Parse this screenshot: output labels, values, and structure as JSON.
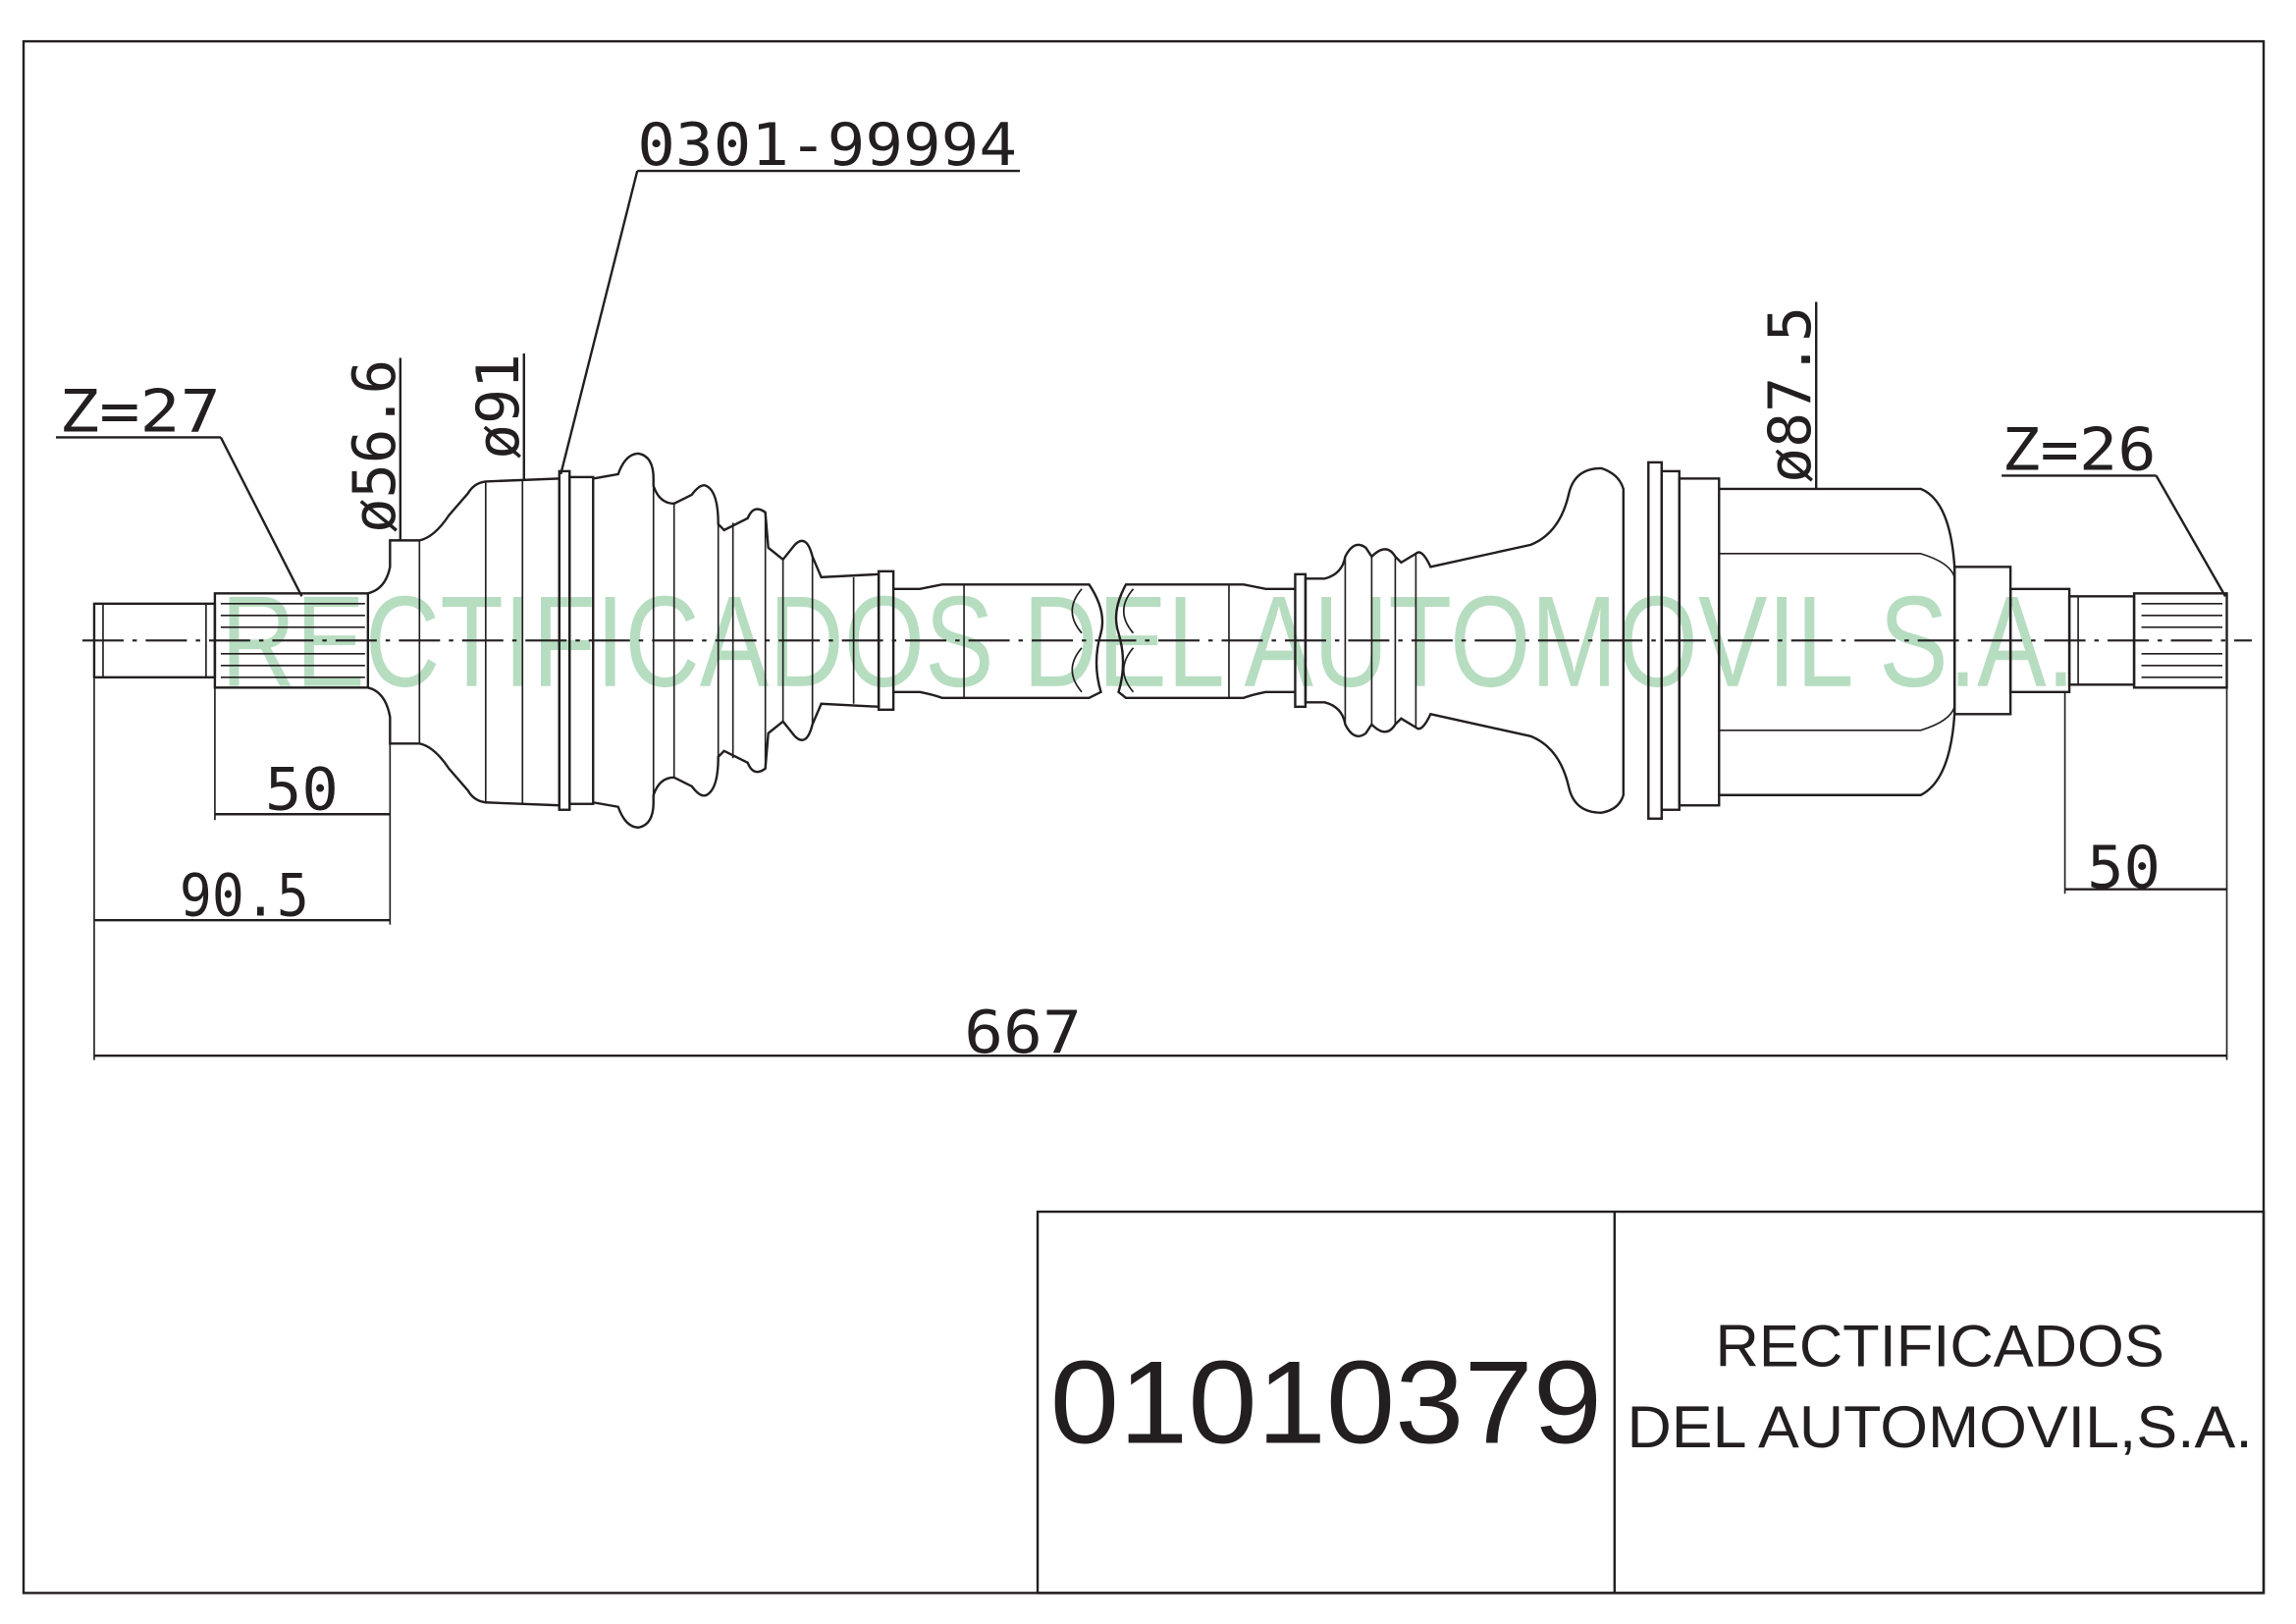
{
  "drawing": {
    "part_reference": "0301-99994",
    "left_teeth": "Z=27",
    "right_teeth": "Z=26",
    "diameters": [
      "ø56.6",
      "ø91",
      "ø87.5"
    ],
    "dimensions": {
      "left_spline_length": "50",
      "left_stub_length": "90.5",
      "overall_length": "667",
      "right_spline_length": "50"
    },
    "watermark": "RECTIFICADOS DEL AUTOMOVIL S.A."
  },
  "title_block": {
    "part_number": "01010379",
    "company_line1": "RECTIFICADOS",
    "company_line2": "DEL AUTOMOVIL,S.A."
  }
}
